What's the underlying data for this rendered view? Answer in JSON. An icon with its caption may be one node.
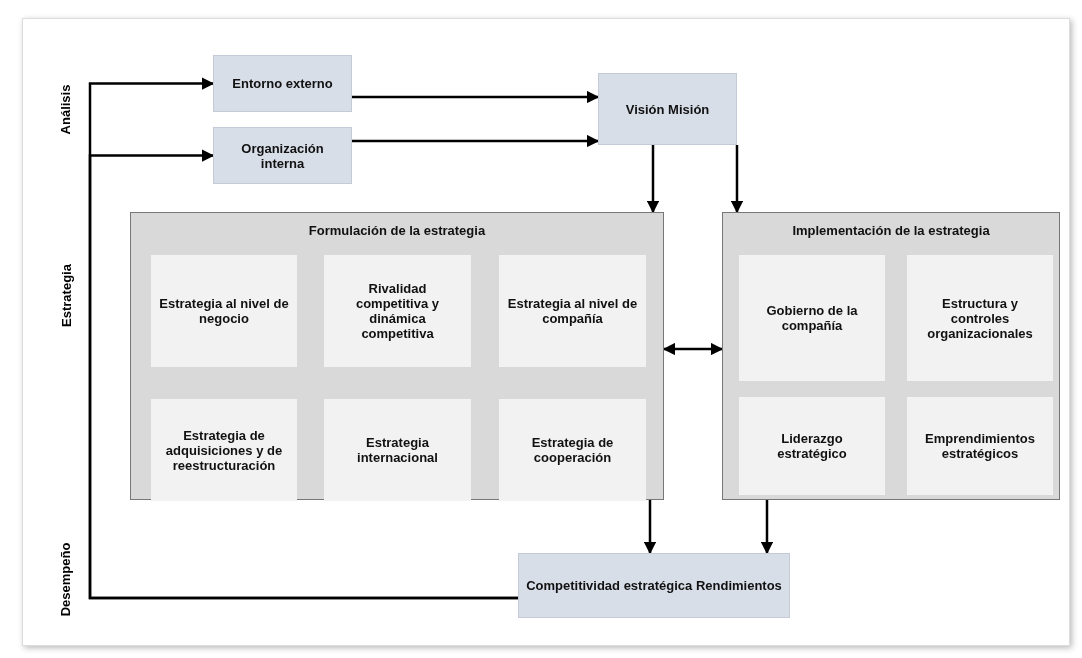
{
  "diagram": {
    "nodes": [
      {
        "text": [
          "Entorno externo"
        ]
      },
      {
        "text": [
          "Organización interna"
        ]
      },
      {
        "text": [
          "Visión Misión"
        ]
      },
      {
        "text": [
          "Formulación de la estrategia"
        ]
      },
      {
        "text": [
          "Estrategia al nivel de negocio"
        ],
        "in": 3
      },
      {
        "text": [
          "Rivalidad competitiva y dinámica competitiva"
        ],
        "in": 3
      },
      {
        "text": [
          "Estrategia al nivel de compañía"
        ],
        "in": 3
      },
      {
        "text": [
          "Estrategia de adquisiciones y de reestructuración"
        ],
        "in": 3
      },
      {
        "text": [
          "Estrategia internacional"
        ],
        "in": 3
      },
      {
        "text": [
          "Estrategia de cooperación"
        ],
        "in": 3
      },
      {
        "text": [
          "Implementación de la estrategia"
        ]
      },
      {
        "text": [
          "Gobierno de la compañía"
        ],
        "in": 10
      },
      {
        "text": [
          "Estructura y controles organizacionales"
        ],
        "in": 10
      },
      {
        "text": [
          "Liderazgo estratégico"
        ],
        "in": 10
      },
      {
        "text": [
          "Emprendimientos estratégicos"
        ],
        "in": 10
      },
      {
        "text": [
          "Competitividad estratégica Rendimientos"
        ]
      }
    ],
    "edges": [
      {
        "from": 0,
        "to": 2,
        "arrow": "to"
      },
      {
        "from": 1,
        "to": 2,
        "arrow": "to"
      },
      {
        "from": 2,
        "to": 3,
        "arrow": "to"
      },
      {
        "from": 2,
        "to": 10,
        "arrow": "to"
      },
      {
        "from": 3,
        "to": 10,
        "arrow": "both"
      },
      {
        "from": 3,
        "to": 15,
        "arrow": "to"
      },
      {
        "from": 10,
        "to": 15,
        "arrow": "to"
      },
      {
        "from": 15,
        "to": 0,
        "arrow": "to"
      },
      {
        "from": 15,
        "to": 1,
        "arrow": "to"
      }
    ],
    "labels": [
      "Análisis",
      "Estrategia",
      "Desempeño"
    ]
  }
}
